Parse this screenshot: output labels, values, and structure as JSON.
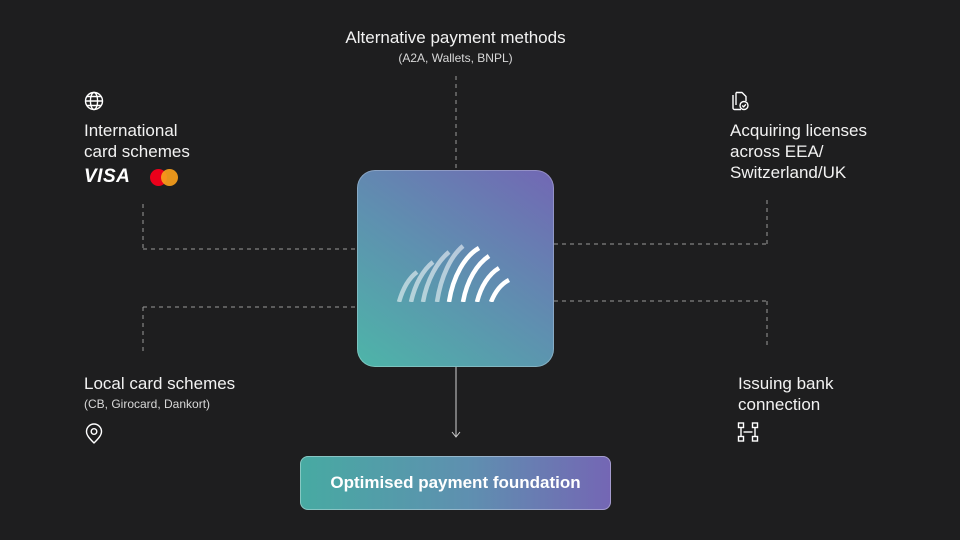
{
  "center": {
    "logo_icon": "arc-fan-icon"
  },
  "alternative_payments": {
    "title": "Alternative payment methods",
    "subtitle": "(A2A, Wallets, BNPL)"
  },
  "international_cards": {
    "icon": "globe-icon",
    "title_line1": "International",
    "title_line2": "card schemes",
    "brand_visa": "VISA",
    "brand_mastercard_icon": "mastercard-logo"
  },
  "acquiring_licenses": {
    "icon": "documents-check-icon",
    "title_line1": "Acquiring licenses",
    "title_line2": "across EEA/",
    "title_line3": "Switzerland/UK"
  },
  "local_cards": {
    "icon": "location-pin-icon",
    "title": "Local card schemes",
    "subtitle": "(CB, Girocard, Dankort)"
  },
  "issuing_bank": {
    "icon": "network-icon",
    "title_line1": "Issuing bank",
    "title_line2": "connection"
  },
  "foundation": {
    "label": "Optimised payment foundation"
  },
  "colors": {
    "background": "#1e1e1f",
    "gradient_teal": "#4db5a8",
    "gradient_purple": "#7267b4",
    "connector": "#9a9a9a"
  }
}
